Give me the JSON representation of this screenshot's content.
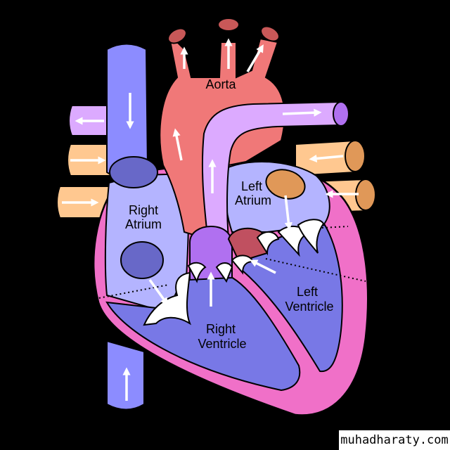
{
  "labels": {
    "aorta": "Aorta",
    "right_atrium": [
      "Right",
      "Atrium"
    ],
    "left_atrium": [
      "Left",
      "Atrium"
    ],
    "right_ventricle": [
      "Right",
      "Ventricle"
    ],
    "left_ventricle": [
      "Left",
      "Ventricle"
    ]
  },
  "watermark": "muhadharaty.com",
  "colors": {
    "background": "#000000",
    "myocardium": "#f070c8",
    "right_atrium": "#b4b4ff",
    "ventricle": "#7878e6",
    "vena_cava": "#8c8cff",
    "aorta": "#f07878",
    "pulmonary_artery": "#dcaaff",
    "pulmonary_veins": "#ffc890",
    "valve": "#ffffff",
    "arrow": "#ffffff"
  }
}
